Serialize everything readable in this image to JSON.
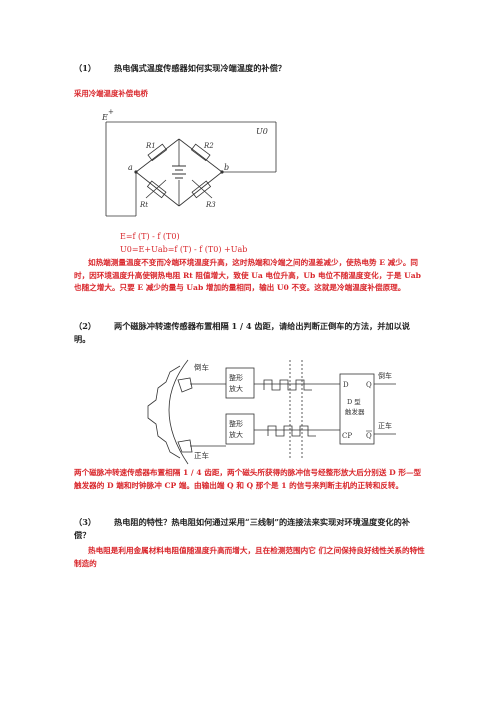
{
  "q1": {
    "number": "（1）",
    "title": "热电偶式温度传感器如何实现冷端温度的补偿？",
    "subtitle": "采用冷端温度补偿电桥",
    "formula1": "E=f (T) - f (T0)",
    "formula2": "U0=E+Uab=f (T) - f (T0) +Uab",
    "answer": "如热端测量温度不变而冷端环境温度升高，这时热端和冷端之间的温差减少，使热电势 E 减少。同时，因环境温度升高使铜热电阻 Rt 阻值增大，致使 Ua 电位升高，Ub 电位不随温度变化，于是 Uab 也随之增大。只要 E 减少的量与 Uab 增加的量相同，输出 U0 不变。这就是冷端温度补偿原理。",
    "circuit": {
      "E": "E",
      "U0": "U0",
      "R1": "R1",
      "R2": "R2",
      "Rt": "Rt",
      "R3": "R3",
      "a": "a",
      "b": "b",
      "plus": "+"
    }
  },
  "q2": {
    "number": "（2）",
    "title": "两个磁脉冲转速传感器布置相隔 1 / 4 齿距，请给出判断正倒车的方法，并加以说明。",
    "answer": "两个磁脉冲转速传感器布置相隔 1 / 4 齿距，两个磁头所获得的脉冲信号经整形放大后分别送 D 形—型触发器的 D 端和时钟脉冲 CP 端。由输出端 Q 和 Q 那个是 1 的信号来判断主机的正转和反转。",
    "diagram": {
      "reverse": "倒车",
      "forward": "正车",
      "amp1": [
        "整形",
        "放大"
      ],
      "amp2": [
        "整形",
        "放大"
      ],
      "ff": [
        "D 型",
        "触发器"
      ],
      "D": "D",
      "Q": "Q",
      "CP": "CP",
      "Qbar": "Q",
      "out_reverse": "倒车",
      "out_forward": "正车"
    }
  },
  "q3": {
    "number": "（3）",
    "title": "热电阻的特性？热电阻如何通过采用“三线制”的连接法来实现对环境温度变化的补偿？",
    "answer": "热电阻是利用金属材料电阻值随温度升高而增大，且在检测范围内它 们之间保持良好线性关系的特性制造的"
  },
  "colors": {
    "accent": "#d9262b",
    "text": "#222222"
  }
}
